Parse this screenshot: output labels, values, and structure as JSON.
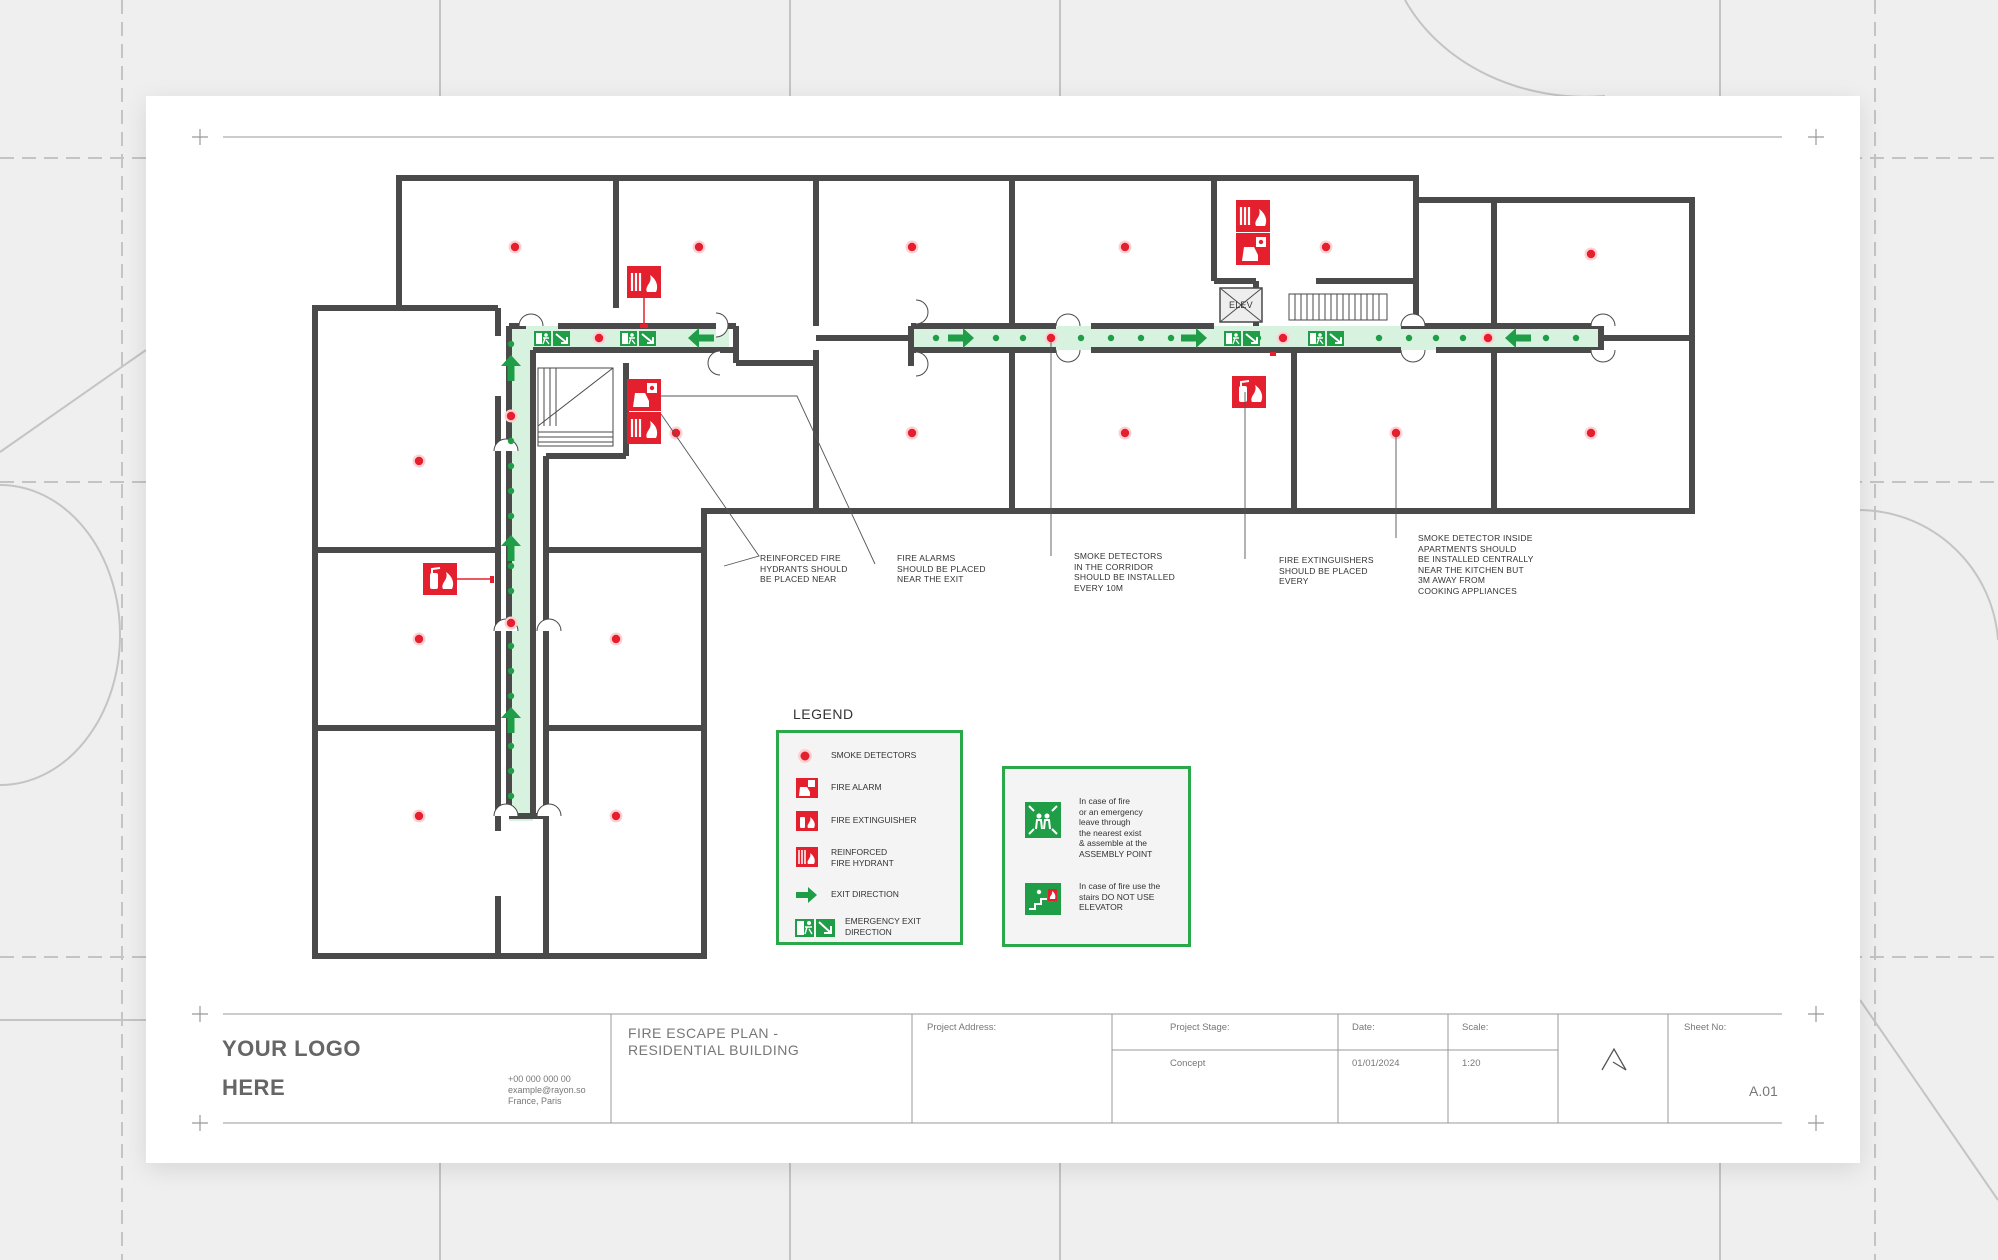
{
  "title_block": {
    "logo_line1": "YOUR LOGO",
    "logo_line2": "HERE",
    "phone": "+00 000 000 00",
    "email": "example@rayon.so",
    "location": "France, Paris",
    "plan_title_line1": "FIRE ESCAPE PLAN -",
    "plan_title_line2": "RESIDENTIAL BUILDING",
    "project_address_label": "Project Address:",
    "project_stage_label": "Project Stage:",
    "project_stage_value": "Concept",
    "date_label": "Date:",
    "date_value": "01/01/2024",
    "scale_label": "Scale:",
    "scale_value": "1:20",
    "sheet_label": "Sheet No:",
    "sheet_value": "A.01"
  },
  "plan": {
    "elevator_label": "ELEV"
  },
  "annotations": [
    {
      "text": "REINFORCED FIRE\nHYDRANTS SHOULD\nBE PLACED NEAR"
    },
    {
      "text": "FIRE ALARMS\nSHOULD BE PLACED\nNEAR THE EXIT"
    },
    {
      "text": "SMOKE DETECTORS\nIN THE CORRIDOR\nSHOULD BE INSTALLED\nEVERY 10m"
    },
    {
      "text": "FIRE EXTINGUISHERS\nSHOULD BE PLACED\nEVERY"
    },
    {
      "text": "SMOKE DETECTOR INSIDE\nAPARTMENTS SHOULD\nBE INSTALLED CENTRALLY\nNEAR THE KITCHEN BUT\n3m AWAY FROM\nCOOKING APPLIANCES"
    }
  ],
  "legend": {
    "title": "LEGEND",
    "items": [
      {
        "label": "SMOKE DETECTORS",
        "icon": "smoke-detector-icon"
      },
      {
        "label": "FIRE ALARM",
        "icon": "fire-alarm-icon"
      },
      {
        "label": "FIRE EXTINGUISHER",
        "icon": "fire-extinguisher-icon"
      },
      {
        "label": "REINFORCED\nFIRE HYDRANT",
        "icon": "fire-hydrant-icon"
      },
      {
        "label": "EXIT DIRECTION",
        "icon": "arrow-icon"
      },
      {
        "label": "EMERGENCY EXIT\nDIRECTION",
        "icon": "emergency-exit-icon"
      }
    ]
  },
  "info": {
    "assembly_text": "In case of fire\nor an emergency\nleave through\nthe nearest exist\n& assemble at the\nASSEMBLY POINT",
    "stairs_text": "In case of fire use the\nstairs DO NOT USE\nELEVATOR"
  },
  "colors": {
    "wall": "#4a4a4a",
    "red": "#e5202e",
    "green": "#1f9d47",
    "corridor": "#d7f3df",
    "accent_border": "#2aa84a"
  }
}
